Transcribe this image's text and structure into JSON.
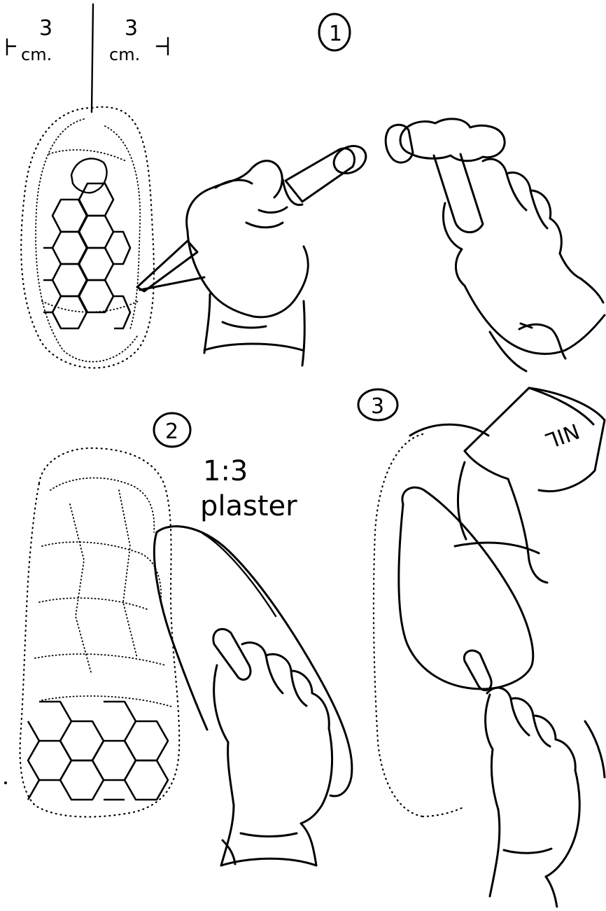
{
  "panel1": {
    "step_number": "1",
    "left_measure_value": "3",
    "left_measure_unit": "cm.",
    "right_measure_value": "3",
    "right_measure_unit": "cm."
  },
  "panel2": {
    "step_number": "2",
    "ratio_label": "1:3",
    "material_label": "plaster"
  },
  "panel3": {
    "step_number": "3",
    "container_label": "NIL"
  }
}
